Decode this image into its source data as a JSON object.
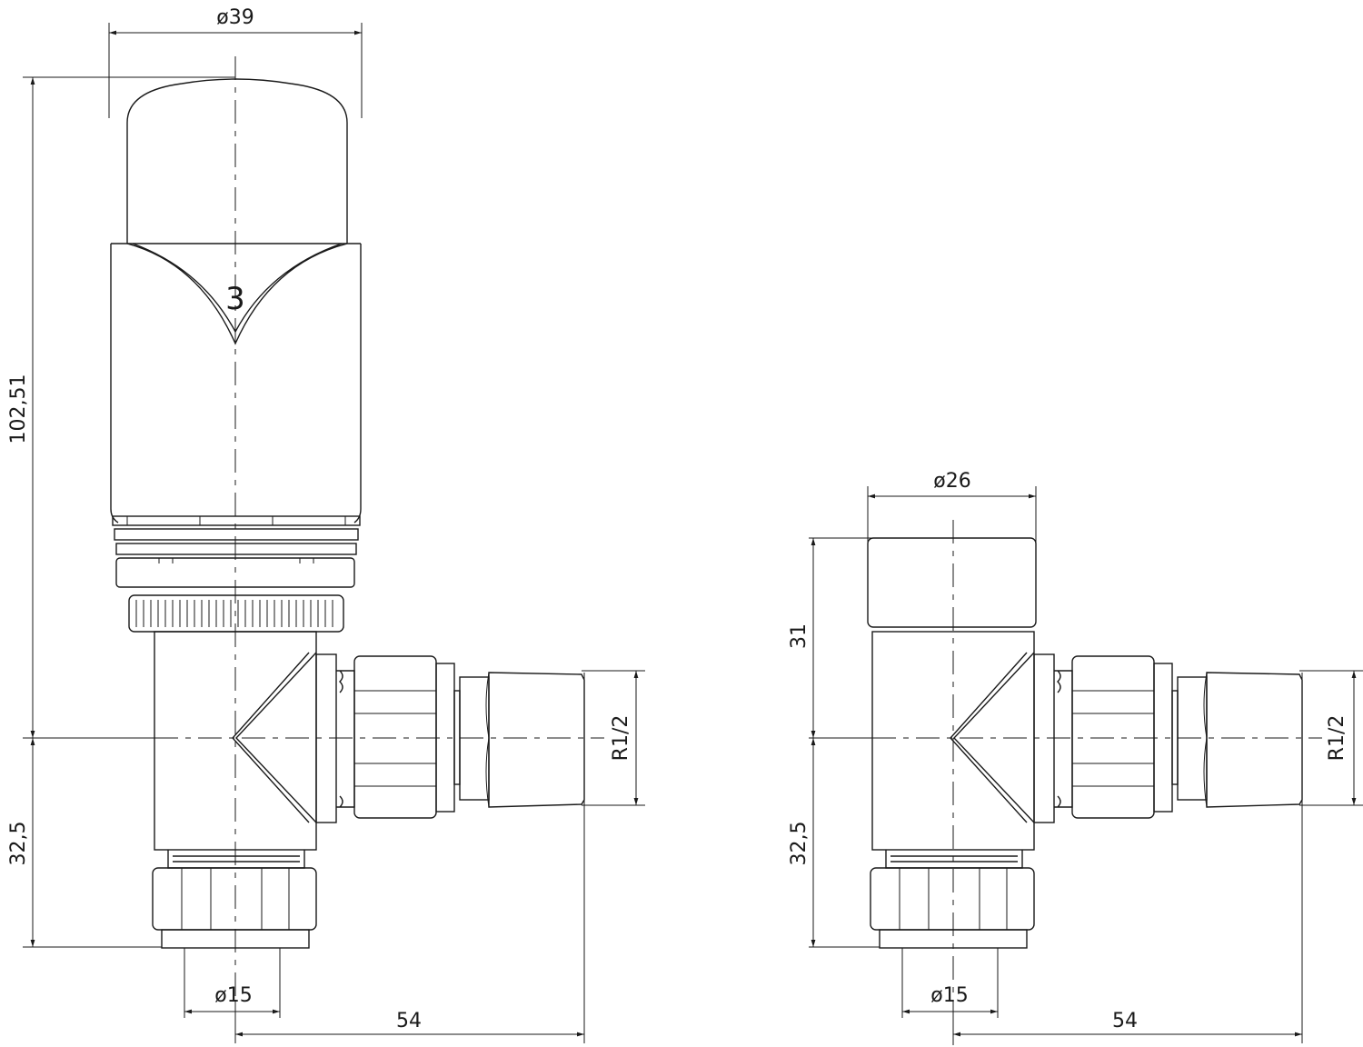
{
  "left_view": {
    "diameter_top": "ø39",
    "height_total": "102,51",
    "setting_mark": "3",
    "height_lower": "32,5",
    "diameter_pipe": "ø15",
    "offset": "54",
    "thread": "R1/2"
  },
  "right_view": {
    "diameter_top": "ø26",
    "height_cap": "31",
    "height_lower": "32,5",
    "diameter_pipe": "ø15",
    "offset": "54",
    "thread": "R1/2"
  }
}
